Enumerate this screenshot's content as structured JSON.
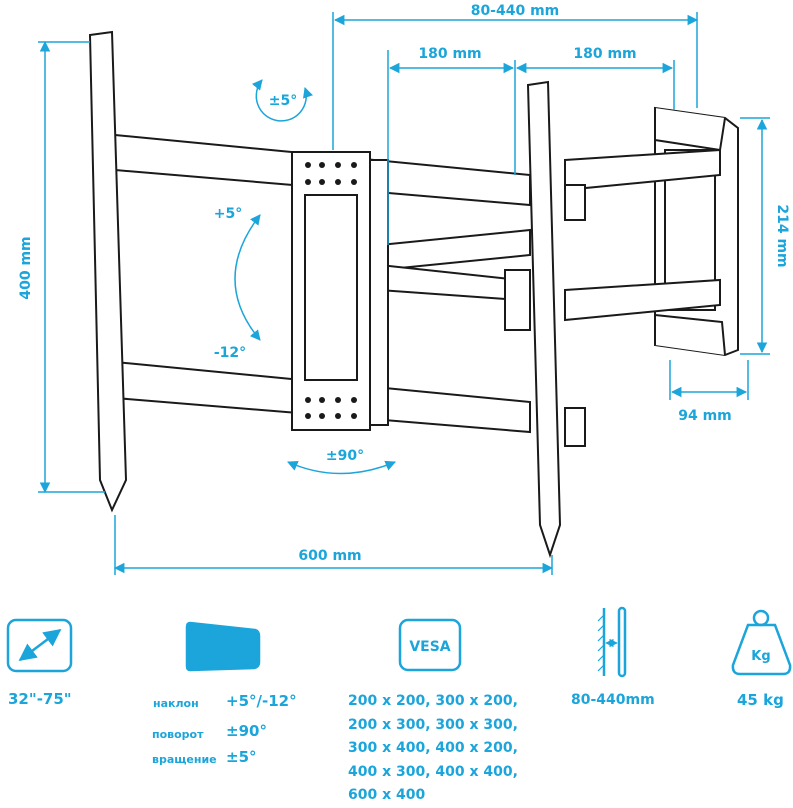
{
  "dimensions": {
    "height": "400 mm",
    "width": "600 mm",
    "extension": "80-440 mm",
    "spacing_left": "180 mm",
    "spacing_right": "180 mm",
    "wall_plate_height": "214 mm",
    "wall_plate_depth": "94 mm"
  },
  "angles": {
    "swivel_top": "±5°",
    "tilt_up": "+5°",
    "tilt_down": "-12°",
    "rotation": "±90°"
  },
  "specs": {
    "screen_size": "32\"-75\"",
    "tilt_label": "наклон",
    "tilt_value": "+5°/-12°",
    "swivel_label": "поворот",
    "swivel_value": "±90°",
    "rotation_label": "вращение",
    "rotation_value": "±5°",
    "vesa_icon_text": "VESA",
    "vesa_lines": [
      "200 x 200, 300 x 200,",
      "200 x 300, 300 x 300,",
      "300 x 400, 400 x 200,",
      "400 x 300, 400 x 400,",
      "600 x 400"
    ],
    "wall_distance": "80-440mm",
    "weight_icon_text": "Kg",
    "max_load": "45 kg"
  },
  "colors": {
    "accent": "#1ba5da",
    "line": "#1a1a1a"
  }
}
